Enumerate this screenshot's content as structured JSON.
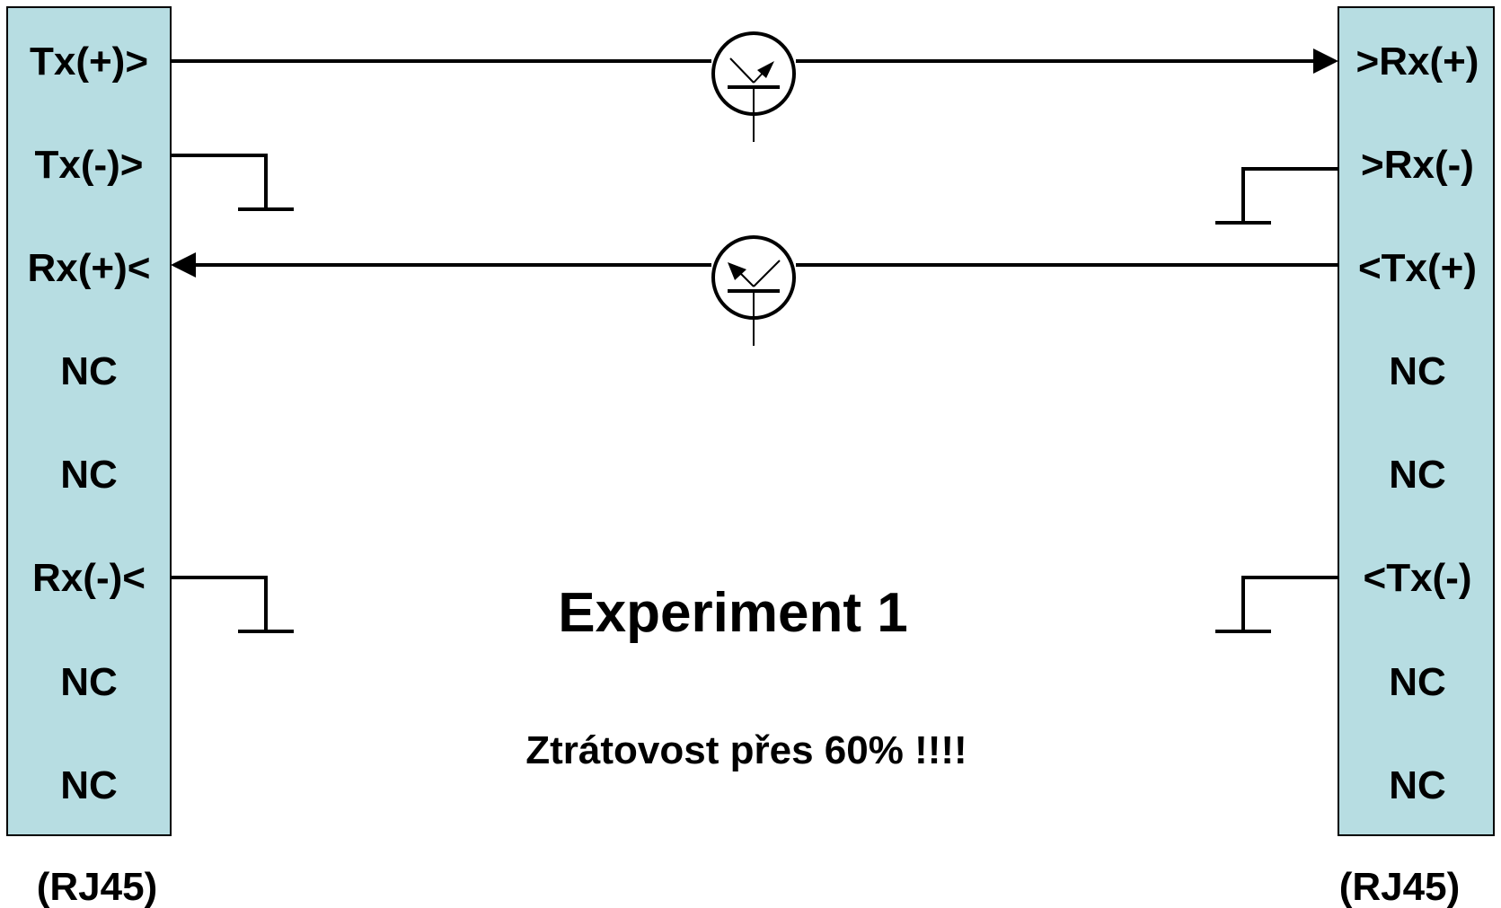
{
  "colors": {
    "connector_fill": "#b7dde2",
    "connector_stroke": "#000000",
    "wire": "#000000"
  },
  "left_connector": {
    "label": "(RJ45)",
    "pins": [
      "Tx(+)>",
      "Tx(-)>",
      "Rx(+)<",
      "NC",
      "NC",
      "Rx(-)<",
      "NC",
      "NC"
    ]
  },
  "right_connector": {
    "label": "(RJ45)",
    "pins": [
      ">Rx(+)",
      ">Rx(-)",
      "<Tx(+)",
      "NC",
      "NC",
      "<Tx(-)",
      "NC",
      "NC"
    ]
  },
  "title": "Experiment 1",
  "note": "Ztrátovost přes 60% !!!!",
  "components": [
    {
      "type": "transistor-icon",
      "line": "left Tx(+) to right Rx(+)"
    },
    {
      "type": "transistor-icon",
      "line": "right Tx(+) to left Rx(+)"
    }
  ]
}
